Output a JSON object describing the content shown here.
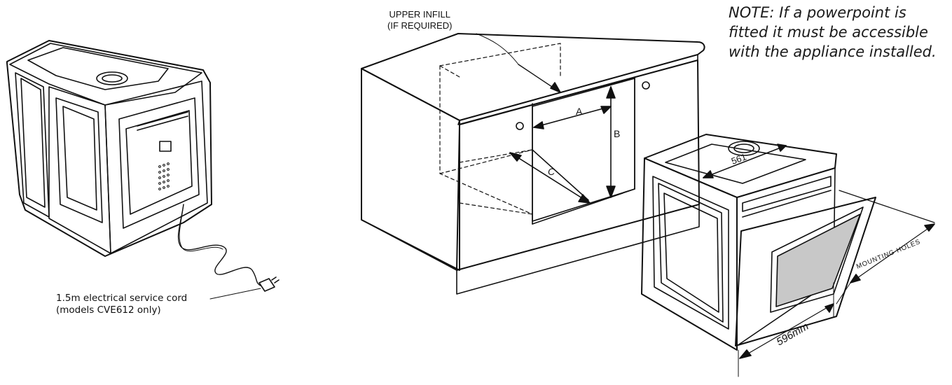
{
  "note": {
    "line1": "NOTE: If a powerpoint is",
    "line2": "fitted it must be accessible",
    "line3": "with the appliance installed."
  },
  "cord_caption": {
    "line1": "1.5m electrical service cord",
    "line2": "(models CVE612 only)"
  },
  "upper_infill": {
    "line1": "UPPER INFILL",
    "line2": "(IF REQUIRED)"
  },
  "dimensions": {
    "a": "A",
    "b": "B",
    "c": "C",
    "depth": "561",
    "width": "596mm",
    "mounting_holes": "MOUNTING HOLES"
  }
}
